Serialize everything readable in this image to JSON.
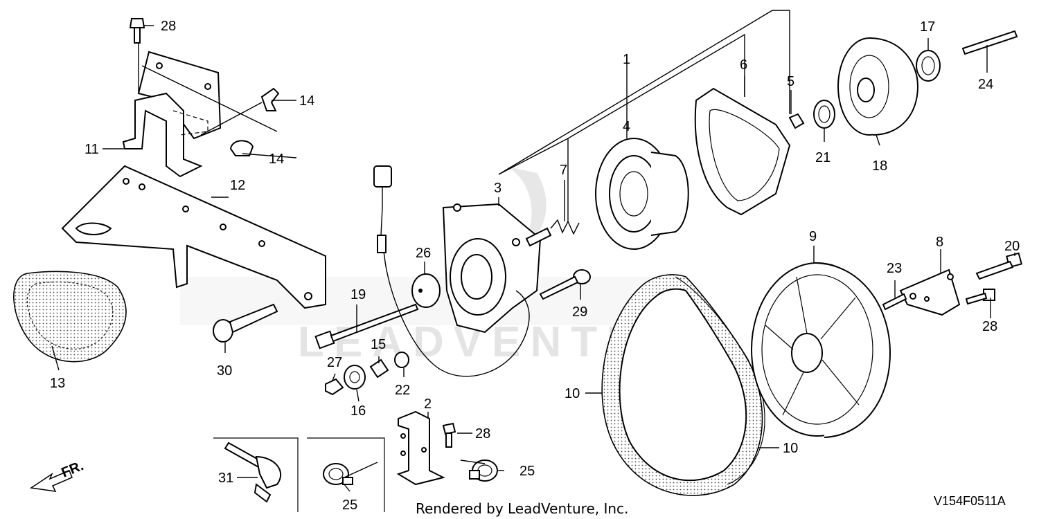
{
  "diagram": {
    "credit": "Rendered by LeadVenture, Inc.",
    "code": "V154F0511A",
    "direction": "FR.",
    "watermark": "LEADVENTURE",
    "callouts": {
      "c1": "1",
      "c2": "2",
      "c3": "3",
      "c4": "4",
      "c5": "5",
      "c6": "6",
      "c7": "7",
      "c8": "8",
      "c9": "9",
      "c10a": "10",
      "c10b": "10",
      "c11": "11",
      "c12": "12",
      "c13": "13",
      "c14a": "14",
      "c14b": "14",
      "c15": "15",
      "c16": "16",
      "c17": "17",
      "c18": "18",
      "c19": "19",
      "c20": "20",
      "c21": "21",
      "c22": "22",
      "c23": "23",
      "c24": "24",
      "c25a": "25",
      "c25b": "25",
      "c26": "26",
      "c27": "27",
      "c28a": "28",
      "c28b": "28",
      "c28c": "28",
      "c29": "29",
      "c30": "30",
      "c31": "31"
    }
  }
}
